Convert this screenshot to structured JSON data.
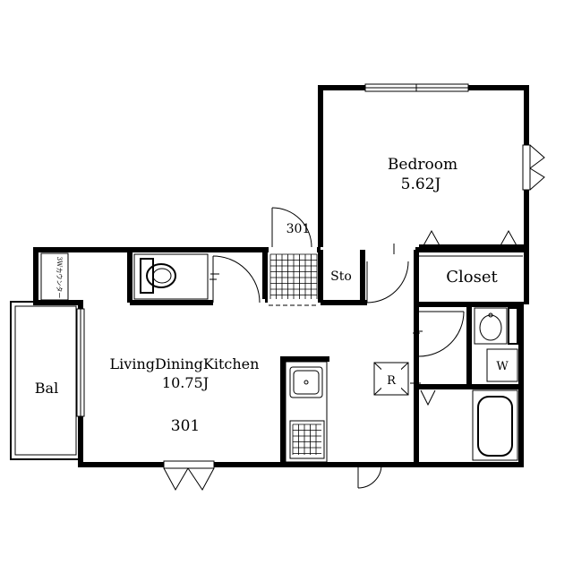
{
  "rooms": {
    "bedroom": {
      "name": "Bedroom",
      "area": "5.62J"
    },
    "ldk": {
      "name": "LivingDiningKitchen",
      "area": "10.75J"
    },
    "balcony": {
      "name": "Bal"
    },
    "closet": {
      "name": "Closet"
    },
    "storage": {
      "name": "Sto"
    }
  },
  "unit_number": "301",
  "entrance_number": "301",
  "fixtures": {
    "refrigerator": "R",
    "washer": "W",
    "counter_note": "3Wカウンター"
  }
}
